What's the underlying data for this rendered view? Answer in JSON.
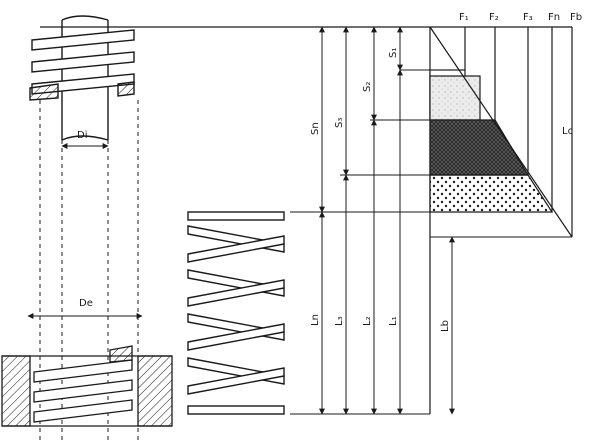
{
  "labels": {
    "d_inner": "Di",
    "d_outer": "De",
    "f1": "F₁",
    "f2": "F₂",
    "f3": "F₃",
    "fn": "Fn",
    "fb": "Fb",
    "s1": "S₁",
    "s2": "S₂",
    "s3": "S₃",
    "sn": "Sn",
    "ln": "Ln",
    "l3": "L₃",
    "l2": "L₂",
    "l1": "L₁",
    "lc": "Lc",
    "lb": "Lb"
  },
  "colors": {
    "ink": "#1a1a1a",
    "paper": "#ffffff",
    "light_fill": "#e6e6e6",
    "dark_fill": "#3a3a3a"
  }
}
